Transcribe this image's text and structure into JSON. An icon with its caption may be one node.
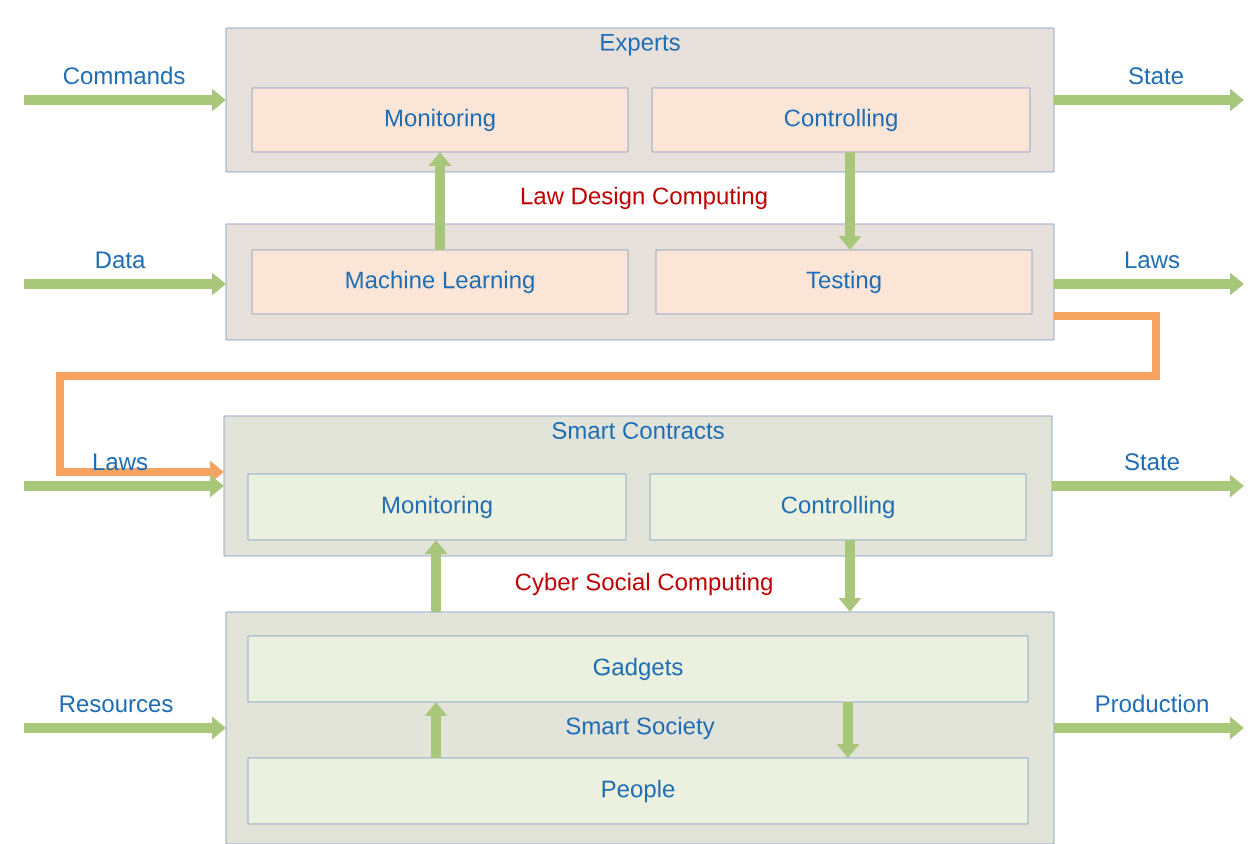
{
  "diagram": {
    "nodes": [
      {
        "text": [
          "Experts"
        ]
      },
      {
        "text": [
          "Monitoring"
        ],
        "in": 0
      },
      {
        "text": [
          "Controlling"
        ],
        "in": 0
      },
      {
        "text": [],
        "shape": "box"
      },
      {
        "text": [
          "Machine Learning"
        ],
        "in": 3
      },
      {
        "text": [
          "Testing"
        ],
        "in": 3
      },
      {
        "text": [
          "Smart Contracts"
        ]
      },
      {
        "text": [
          "Monitoring"
        ],
        "in": 6
      },
      {
        "text": [
          "Controlling"
        ],
        "in": 6
      },
      {
        "text": [
          "Smart Society"
        ]
      },
      {
        "text": [
          "Gadgets"
        ],
        "in": 9
      },
      {
        "text": [
          "People"
        ],
        "in": 9
      }
    ],
    "edges": [
      {
        "from": null,
        "to": 0,
        "arrow": "to",
        "label": "Commands"
      },
      {
        "from": 0,
        "to": null,
        "arrow": "to",
        "label": "State"
      },
      {
        "from": null,
        "to": 3,
        "arrow": "to",
        "label": "Data"
      },
      {
        "from": 3,
        "to": null,
        "arrow": "to",
        "label": "Laws"
      },
      {
        "from": 3,
        "to": 6,
        "arrow": "to",
        "color": "#f4a460"
      },
      {
        "from": null,
        "to": 6,
        "arrow": "to",
        "label": "Laws"
      },
      {
        "from": 6,
        "to": null,
        "arrow": "to",
        "label": "State"
      },
      {
        "from": null,
        "to": 9,
        "arrow": "to",
        "label": "Resources"
      },
      {
        "from": 9,
        "to": null,
        "arrow": "to",
        "label": "Production"
      },
      {
        "from": 4,
        "to": 1,
        "arrow": "to"
      },
      {
        "from": 2,
        "to": 5,
        "arrow": "to"
      },
      {
        "from": 9,
        "to": 7,
        "arrow": "to"
      },
      {
        "from": 8,
        "to": 9,
        "arrow": "to"
      },
      {
        "from": 11,
        "to": 10,
        "arrow": "to"
      },
      {
        "from": 10,
        "to": 11,
        "arrow": "to"
      }
    ],
    "labels": [
      "Law Design Computing",
      "Cyber Social Computing"
    ]
  }
}
